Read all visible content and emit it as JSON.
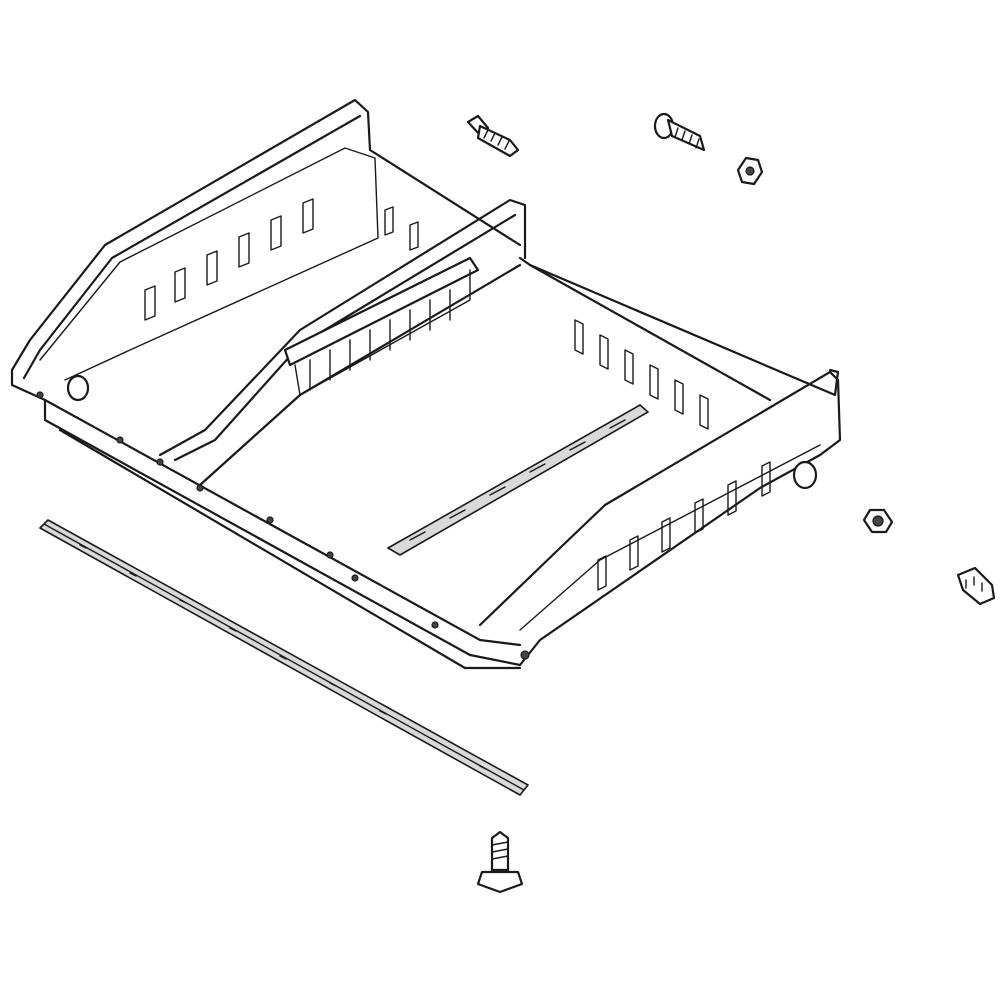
{
  "diagram": {
    "kind": "exploded-parts-view",
    "colors": {
      "line": "#1a1a1a",
      "background": "#ffffff",
      "shade": "#d9d9d9"
    },
    "parts": [
      {
        "id": "drawer-frame",
        "icon": "drawer-frame-icon"
      },
      {
        "id": "center-divider-rail",
        "icon": "rail-icon"
      },
      {
        "id": "slide-rail",
        "icon": "rail-icon"
      },
      {
        "id": "front-seal-strip",
        "icon": "strip-icon"
      },
      {
        "id": "screw-top-left",
        "icon": "screw-icon"
      },
      {
        "id": "bolt-top",
        "icon": "bolt-icon"
      },
      {
        "id": "nut-top",
        "icon": "nut-icon"
      },
      {
        "id": "nut-right",
        "icon": "nut-icon"
      },
      {
        "id": "stud-right",
        "icon": "stud-icon"
      },
      {
        "id": "screw-bottom",
        "icon": "screw-icon"
      }
    ]
  }
}
